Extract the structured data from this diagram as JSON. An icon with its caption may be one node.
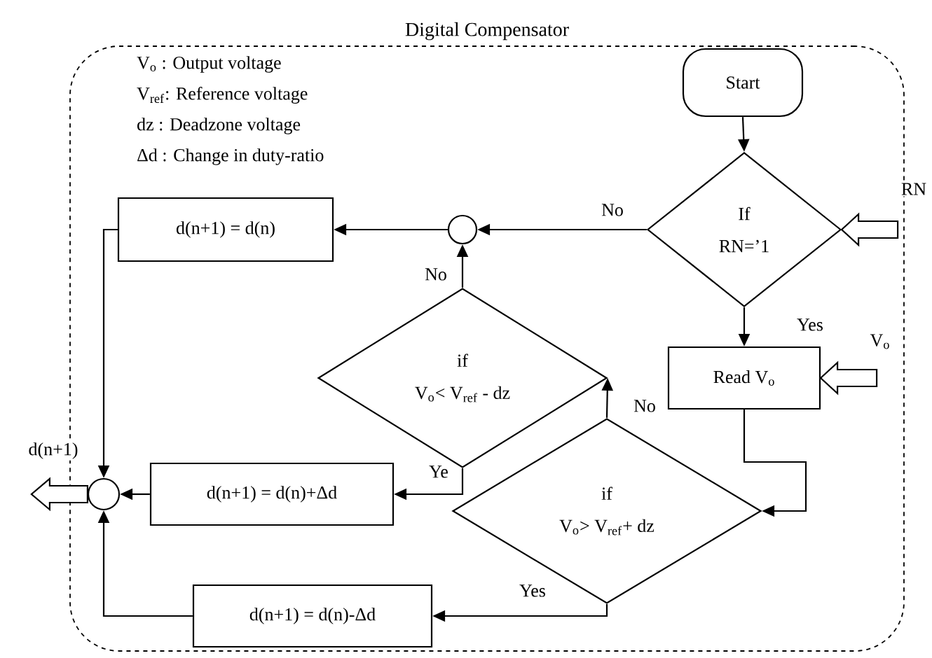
{
  "diagram": {
    "nodes": [
      {
        "text": [
          "Digital Compensator"
        ]
      },
      {
        "text": [
          "Start"
        ],
        "in": 0
      },
      {
        "text": [
          "If",
          "RN=’1"
        ],
        "in": 0
      },
      {
        "text": [],
        "shape": "circle",
        "in": 0
      },
      {
        "text": [
          "d(n+1) = d(n)"
        ],
        "in": 0
      },
      {
        "text": [
          "if",
          "V$_{o}$< V$_{ref}$ - dz"
        ],
        "in": 0
      },
      {
        "text": [
          "Read V$_{o}$"
        ],
        "in": 0
      },
      {
        "text": [
          "if",
          "V$_{o}$> V$_{ref}$+ dz"
        ],
        "in": 0
      },
      {
        "text": [
          "d(n+1) = d(n)+Δd"
        ],
        "in": 0
      },
      {
        "text": [
          "d(n+1) = d(n)-Δd"
        ],
        "in": 0
      },
      {
        "text": [],
        "shape": "circle",
        "in": 0
      }
    ],
    "edges": [
      {
        "from": 1,
        "to": 2,
        "arrow": "to"
      },
      {
        "from": 2,
        "to": 3,
        "arrow": "to",
        "label": "No"
      },
      {
        "from": 3,
        "to": 4,
        "arrow": "to"
      },
      {
        "from": 2,
        "to": 6,
        "arrow": "to",
        "label": "Yes"
      },
      {
        "from": 6,
        "to": 7,
        "arrow": "to"
      },
      {
        "from": 7,
        "to": 5,
        "arrow": "to",
        "label": "No"
      },
      {
        "from": 5,
        "to": 3,
        "arrow": "to",
        "label": "No"
      },
      {
        "from": 5,
        "to": 8,
        "arrow": "to",
        "label": "Ye"
      },
      {
        "from": 7,
        "to": 9,
        "arrow": "to",
        "label": "Yes"
      },
      {
        "from": 4,
        "to": 10,
        "arrow": "to"
      },
      {
        "from": 8,
        "to": 10,
        "arrow": "to"
      },
      {
        "from": 9,
        "to": 10,
        "arrow": "to"
      },
      {
        "from": 10,
        "to": null,
        "arrow": "to",
        "label": "d(n+1)",
        "style": "thick"
      },
      {
        "from": null,
        "to": 2,
        "arrow": "to",
        "label": "RN",
        "style": "thick"
      },
      {
        "from": null,
        "to": 6,
        "arrow": "to",
        "label": "V$_{o}$",
        "style": "thick"
      }
    ],
    "labels": [
      "V$_{o}$ : Output voltage",
      "V$_{ref}$: Reference voltage",
      "dz : Deadzone voltage",
      "Δd : Change in duty-ratio"
    ]
  }
}
